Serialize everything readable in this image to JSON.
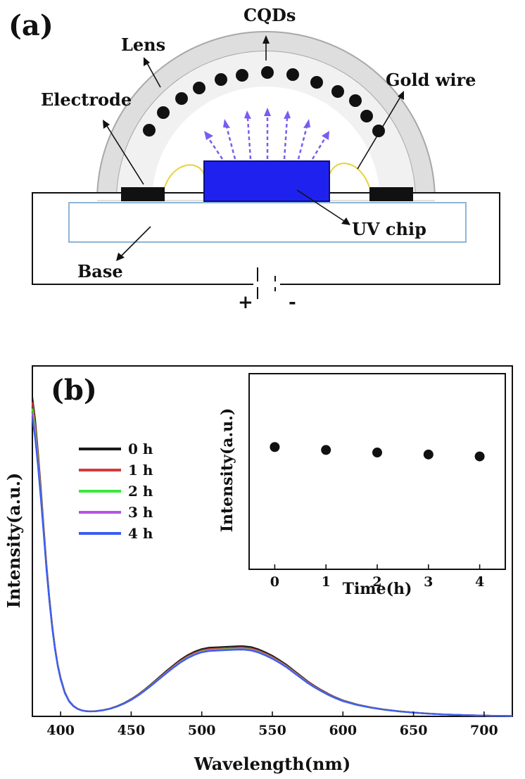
{
  "panel_a": {
    "label": "(a)",
    "labels": {
      "cqds": "CQDs",
      "lens": "Lens",
      "electrode": "Electrode",
      "gold_wire": "Gold wire",
      "uv_chip": "UV chip",
      "base": "Base",
      "plus": "+",
      "minus": "-"
    },
    "colors": {
      "chip": "#1f22ee",
      "arrows": "#7a5cf0",
      "wire": "#e8d23a",
      "lens": "#cfcfcf",
      "base_outline": "#8fb4d6"
    }
  },
  "chart_data": [
    {
      "panel_label": "(b)",
      "type": "line",
      "title": "",
      "xlabel": "Wavelength(nm)",
      "ylabel": "Intensity(a.u.)",
      "xlim": [
        380,
        720
      ],
      "xticks": [
        "400",
        "450",
        "500",
        "550",
        "600",
        "650",
        "700"
      ],
      "ylim": [
        0,
        1
      ],
      "yticks_shown": false,
      "grid": false,
      "legend_position": "left",
      "x": [
        380,
        382,
        384,
        386,
        388,
        390,
        392,
        394,
        396,
        398,
        400,
        403,
        406,
        409,
        412,
        415,
        418,
        421,
        425,
        430,
        435,
        440,
        445,
        450,
        455,
        460,
        465,
        470,
        475,
        480,
        485,
        490,
        495,
        500,
        505,
        510,
        515,
        520,
        525,
        528,
        530,
        535,
        540,
        545,
        550,
        555,
        560,
        565,
        570,
        575,
        580,
        585,
        590,
        595,
        600,
        610,
        620,
        630,
        640,
        650,
        660,
        670,
        680,
        690,
        700,
        710,
        720
      ],
      "series": [
        {
          "name": "0 h",
          "color": "#1a1a1a",
          "values": [
            0.99,
            0.92,
            0.82,
            0.71,
            0.59,
            0.47,
            0.37,
            0.285,
            0.215,
            0.16,
            0.12,
            0.075,
            0.048,
            0.033,
            0.024,
            0.019,
            0.0165,
            0.0158,
            0.0165,
            0.0195,
            0.0245,
            0.0318,
            0.0415,
            0.0535,
            0.068,
            0.085,
            0.103,
            0.122,
            0.141,
            0.159,
            0.176,
            0.19,
            0.201,
            0.209,
            0.213,
            0.2145,
            0.2155,
            0.2165,
            0.2175,
            0.218,
            0.2175,
            0.215,
            0.2085,
            0.199,
            0.188,
            0.175,
            0.16,
            0.143,
            0.126,
            0.109,
            0.094,
            0.081,
            0.069,
            0.0585,
            0.0495,
            0.037,
            0.028,
            0.021,
            0.016,
            0.012,
            0.009,
            0.0065,
            0.005,
            0.0035,
            0.0025,
            0.0015,
            0.001
          ]
        },
        {
          "name": "1 h",
          "color": "#d23a3a",
          "values": [
            0.975,
            0.905,
            0.81,
            0.7,
            0.585,
            0.465,
            0.365,
            0.282,
            0.212,
            0.158,
            0.118,
            0.074,
            0.047,
            0.0325,
            0.0237,
            0.0188,
            0.0163,
            0.0156,
            0.0163,
            0.0192,
            0.0241,
            0.0312,
            0.0407,
            0.0524,
            0.0667,
            0.0833,
            0.101,
            0.1196,
            0.1382,
            0.1558,
            0.1725,
            0.1862,
            0.197,
            0.2048,
            0.2087,
            0.2102,
            0.2112,
            0.2122,
            0.2132,
            0.2136,
            0.2132,
            0.2107,
            0.2043,
            0.195,
            0.1842,
            0.1715,
            0.1568,
            0.1401,
            0.1235,
            0.1068,
            0.0921,
            0.0794,
            0.0676,
            0.0573,
            0.0485,
            0.0363,
            0.0274,
            0.0206,
            0.0157,
            0.0118,
            0.0088,
            0.0064,
            0.0049,
            0.0034,
            0.0025,
            0.0015,
            0.001
          ]
        },
        {
          "name": "2 h",
          "color": "#39e83c",
          "values": [
            0.955,
            0.89,
            0.795,
            0.69,
            0.578,
            0.46,
            0.362,
            0.279,
            0.21,
            0.157,
            0.117,
            0.073,
            0.047,
            0.032,
            0.0233,
            0.0185,
            0.016,
            0.0154,
            0.016,
            0.0189,
            0.0237,
            0.0307,
            0.0401,
            0.0516,
            0.0657,
            0.0821,
            0.0995,
            0.1179,
            0.1362,
            0.1536,
            0.17,
            0.1835,
            0.1941,
            0.2018,
            0.2057,
            0.2072,
            0.2082,
            0.2092,
            0.2101,
            0.2106,
            0.2101,
            0.2077,
            0.2014,
            0.1922,
            0.1816,
            0.169,
            0.1546,
            0.1381,
            0.1217,
            0.1053,
            0.0908,
            0.0782,
            0.0667,
            0.0565,
            0.0478,
            0.0357,
            0.027,
            0.0203,
            0.0155,
            0.0116,
            0.0087,
            0.0063,
            0.0048,
            0.0034,
            0.0024,
            0.0015,
            0.001
          ]
        },
        {
          "name": "3 h",
          "color": "#b555e3",
          "values": [
            0.94,
            0.875,
            0.785,
            0.682,
            0.572,
            0.456,
            0.36,
            0.277,
            0.209,
            0.156,
            0.116,
            0.0725,
            0.0465,
            0.0318,
            0.0232,
            0.0184,
            0.0159,
            0.0153,
            0.0159,
            0.0188,
            0.0236,
            0.0305,
            0.0398,
            0.0512,
            0.0652,
            0.0815,
            0.0988,
            0.117,
            0.1353,
            0.1525,
            0.1688,
            0.1822,
            0.1927,
            0.2003,
            0.2042,
            0.2057,
            0.2066,
            0.2076,
            0.2086,
            0.2091,
            0.2086,
            0.2062,
            0.1999,
            0.1908,
            0.1803,
            0.1678,
            0.1534,
            0.1371,
            0.1208,
            0.1045,
            0.0901,
            0.0777,
            0.0662,
            0.0561,
            0.0475,
            0.0355,
            0.0268,
            0.0201,
            0.0153,
            0.0115,
            0.0086,
            0.0062,
            0.0048,
            0.0034,
            0.0024,
            0.0014,
            0.001
          ]
        },
        {
          "name": "4 h",
          "color": "#3a5ef0",
          "values": [
            0.925,
            0.862,
            0.775,
            0.675,
            0.567,
            0.453,
            0.358,
            0.275,
            0.208,
            0.155,
            0.115,
            0.072,
            0.046,
            0.0315,
            0.023,
            0.0182,
            0.0158,
            0.0152,
            0.0158,
            0.0187,
            0.0234,
            0.0303,
            0.0395,
            0.0508,
            0.0646,
            0.0808,
            0.098,
            0.116,
            0.1341,
            0.1512,
            0.1673,
            0.1806,
            0.191,
            0.1986,
            0.2024,
            0.2039,
            0.2048,
            0.2058,
            0.2068,
            0.2072,
            0.2068,
            0.2044,
            0.1982,
            0.1891,
            0.1787,
            0.1663,
            0.1521,
            0.1359,
            0.1197,
            0.1036,
            0.0893,
            0.077,
            0.0656,
            0.0556,
            0.047,
            0.0352,
            0.0266,
            0.02,
            0.0152,
            0.0114,
            0.0086,
            0.0062,
            0.0048,
            0.0033,
            0.0024,
            0.0014,
            0.001
          ]
        }
      ]
    },
    {
      "type": "scatter",
      "title": "",
      "xlabel": "Time(h)",
      "ylabel": "Intensity(a.u.)",
      "xlim": [
        -0.5,
        4.5
      ],
      "xticks": [
        "0",
        "1",
        "2",
        "3",
        "4"
      ],
      "ylim": [
        0,
        1
      ],
      "yticks_shown": false,
      "grid": false,
      "marker_color": "#111111",
      "x": [
        0,
        1,
        2,
        3,
        4
      ],
      "values": [
        0.625,
        0.61,
        0.597,
        0.587,
        0.577
      ]
    }
  ]
}
